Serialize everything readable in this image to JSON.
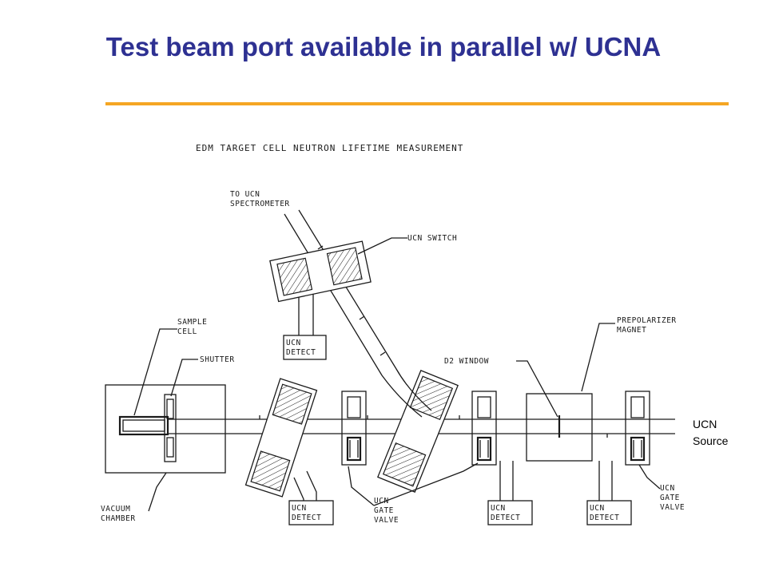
{
  "slide": {
    "title": "Test beam port available in parallel w/ UCNA",
    "accent_color": "#2e3192",
    "rule_color": "#f5a623"
  },
  "diagram": {
    "heading": "EDM TARGET CELL NEUTRON LIFETIME MEASUREMENT",
    "labels": {
      "to_ucn_line1": "TO UCN",
      "to_ucn_line2": "SPECTROMETER",
      "ucn_switch": "UCN SWITCH",
      "sample_line1": "SAMPLE",
      "sample_line2": "CELL",
      "shutter": "SHUTTER",
      "prepol_line1": "PREPOLARIZER",
      "prepol_line2": "MAGNET",
      "d2_window": "D2 WINDOW",
      "ucn": "UCN",
      "detect": "DETECT",
      "gate": "GATE",
      "valve": "VALVE",
      "vacuum": "VACUUM",
      "chamber": "CHAMBER",
      "source_line1": "UCN",
      "source_line2": "Source"
    }
  }
}
